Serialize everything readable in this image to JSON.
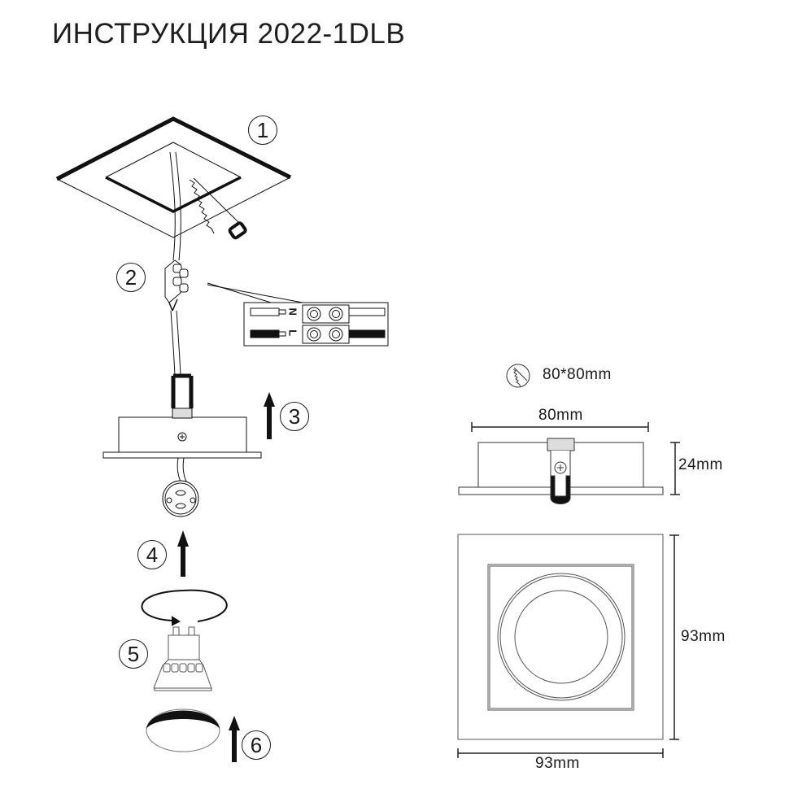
{
  "document": {
    "title": "ИНСТРУКЦИЯ 2022-1DLB"
  },
  "steps": [
    {
      "number": "1",
      "description": "cut-out-in-ceiling"
    },
    {
      "number": "2",
      "description": "connect-wires-terminal"
    },
    {
      "number": "3",
      "description": "insert-fixture"
    },
    {
      "number": "4",
      "description": "connect-gu10-socket"
    },
    {
      "number": "5",
      "description": "twist-in-lamp"
    },
    {
      "number": "6",
      "description": "attach-cover-ring"
    }
  ],
  "wiring": {
    "neutral_label": "N",
    "live_label": "L"
  },
  "dimensions": {
    "cutout": "80*80mm",
    "width_side": "80mm",
    "height_side": "24mm",
    "height_front": "93mm",
    "width_front": "93mm"
  }
}
